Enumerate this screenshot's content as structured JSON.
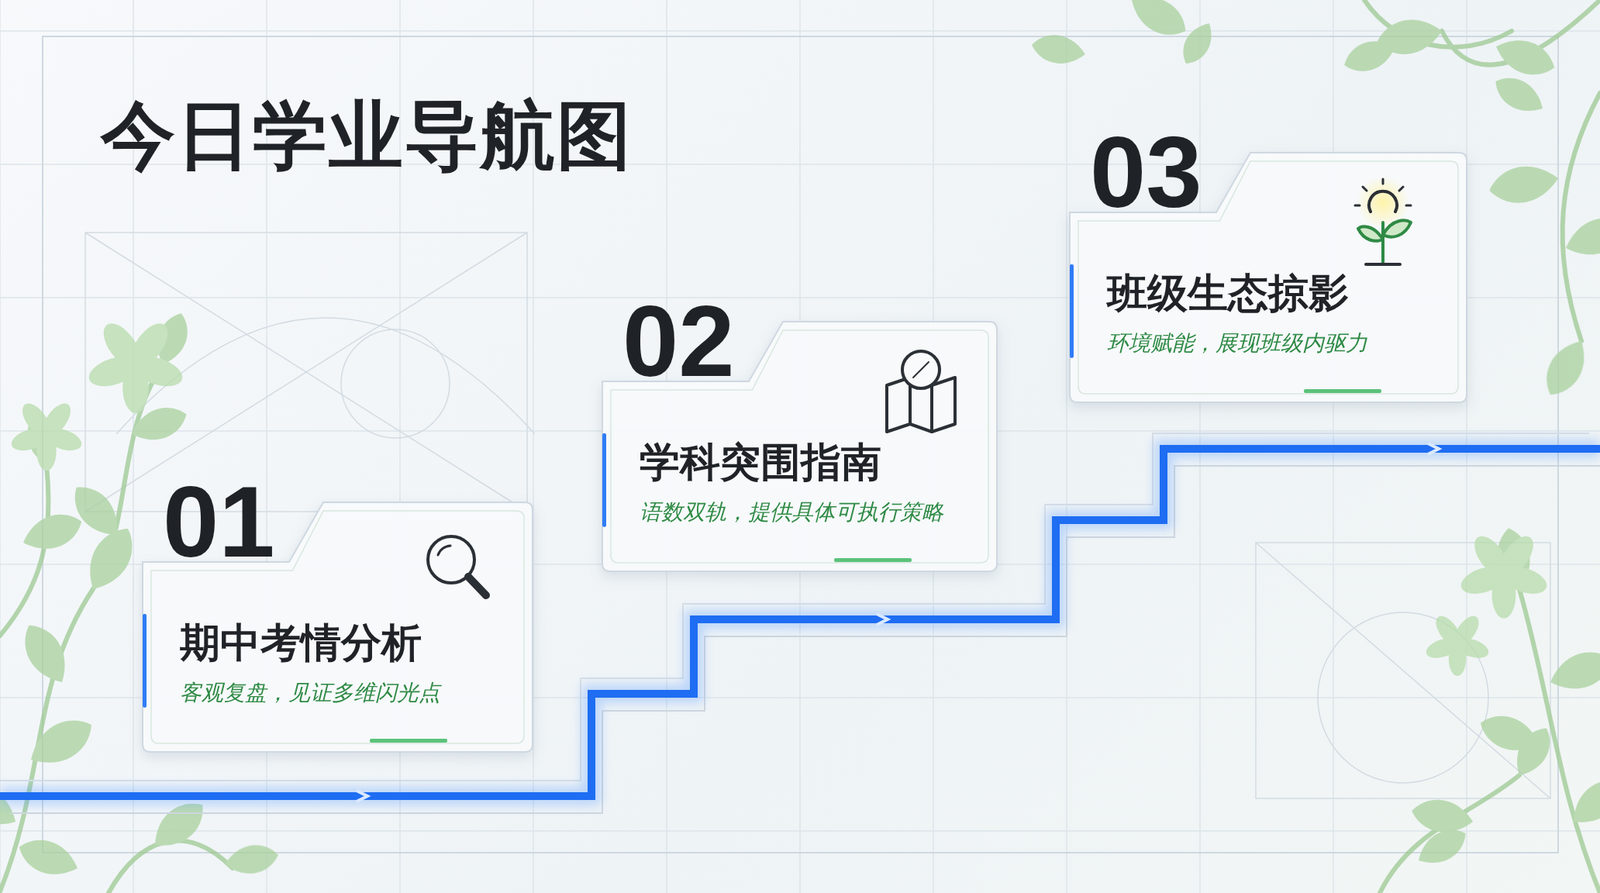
{
  "diagram": {
    "title": "今日学业导航图",
    "nodes": [
      {
        "text": [
          "01",
          "期中考情分析",
          "客观复盘，见证多维闪光点"
        ]
      },
      {
        "text": [
          "02",
          "学科突围指南",
          "语数双轨，提供具体可执行策略"
        ]
      },
      {
        "text": [
          "03",
          "班级生态掠影",
          "环境赋能，展现班级内驱力"
        ]
      }
    ]
  }
}
